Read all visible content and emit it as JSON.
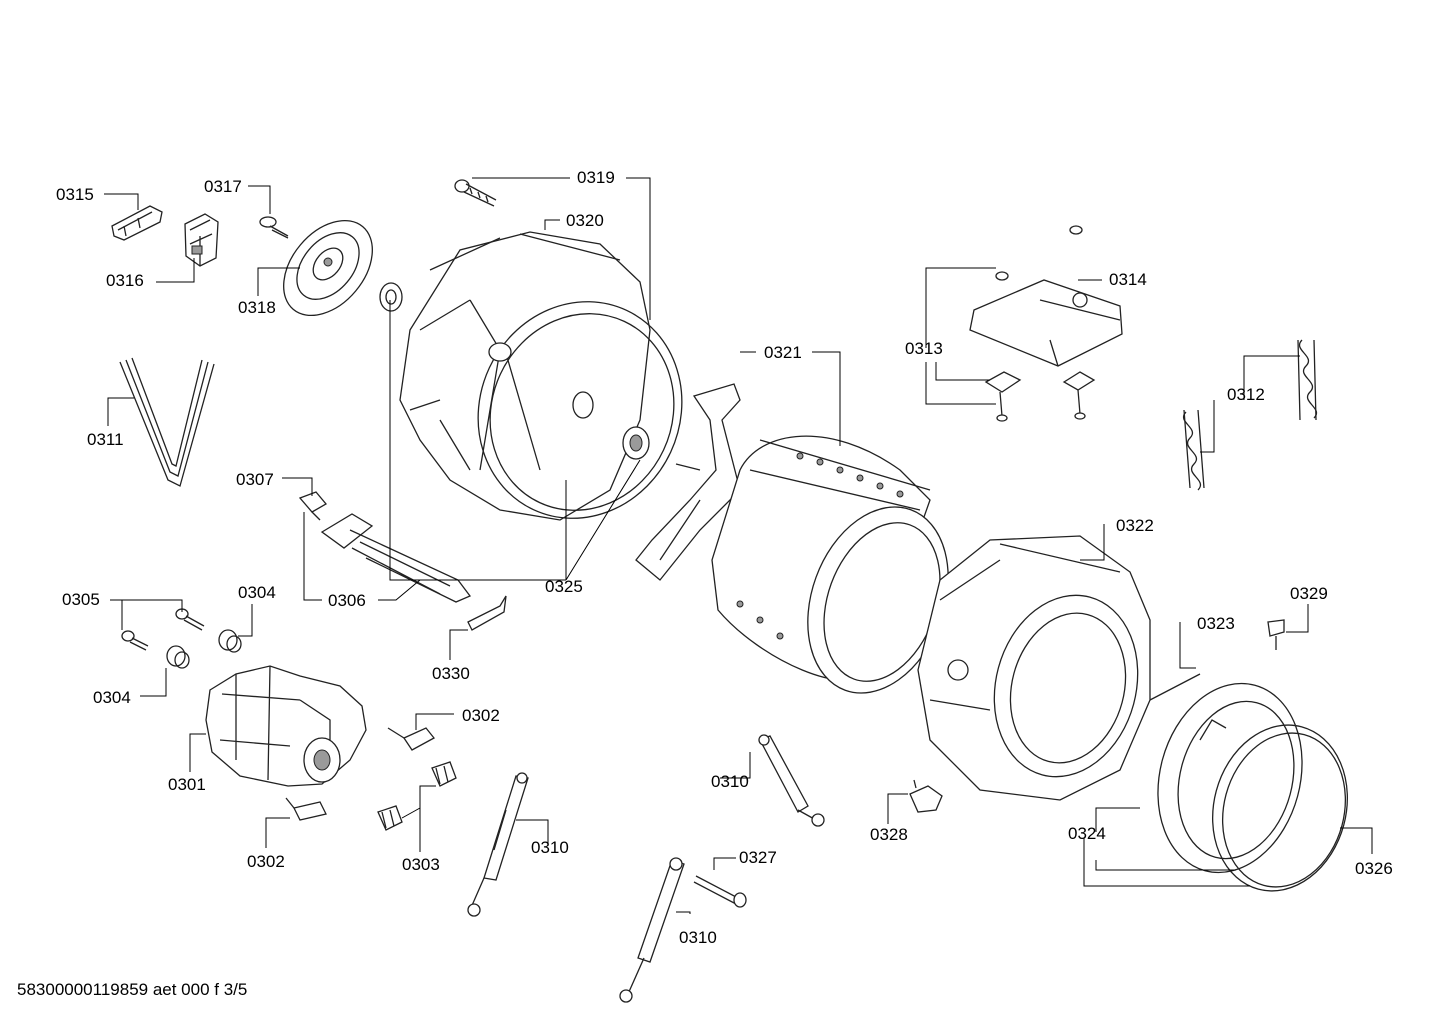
{
  "labels": {
    "p0315": "0315",
    "p0316": "0316",
    "p0317": "0317",
    "p0318": "0318",
    "p0319": "0319",
    "p0320": "0320",
    "p0314": "0314",
    "p0313": "0313",
    "p0321": "0321",
    "p0312": "0312",
    "p0311": "0311",
    "p0307": "0307",
    "p0306": "0306",
    "p0325": "0325",
    "p0322": "0322",
    "p0305": "0305",
    "p0304a": "0304",
    "p0304b": "0304",
    "p0330": "0330",
    "p0329": "0329",
    "p0323": "0323",
    "p0302a": "0302",
    "p0301": "0301",
    "p0310a": "0310",
    "p0310b": "0310",
    "p0310c": "0310",
    "p0328": "0328",
    "p0324": "0324",
    "p0326": "0326",
    "p0303": "0303",
    "p0302b": "0302",
    "p0327": "0327"
  },
  "footer": "58300000119859 aet 000 f 3/5"
}
